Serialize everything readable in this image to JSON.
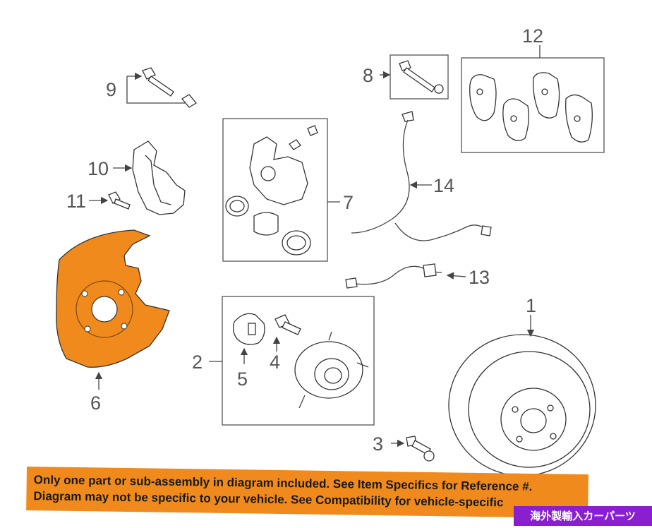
{
  "callouts": {
    "c1": "1",
    "c2": "2",
    "c3": "3",
    "c4": "4",
    "c5": "5",
    "c6": "6",
    "c7": "7",
    "c8": "8",
    "c9": "9",
    "c10": "10",
    "c11": "11",
    "c12": "12",
    "c13": "13",
    "c14": "14"
  },
  "notice": {
    "line1": "Only one part or sub-assembly in diagram included. See Item Specifics for Reference #.",
    "line2": "Diagram may not be specific to your vehicle. See Compatibility for vehicle-specific"
  },
  "badge": {
    "text": "海外製輸入カーパーツ"
  },
  "colors": {
    "highlight": "#f08a1c",
    "badge": "#8a1fd0",
    "line": "#444444"
  }
}
